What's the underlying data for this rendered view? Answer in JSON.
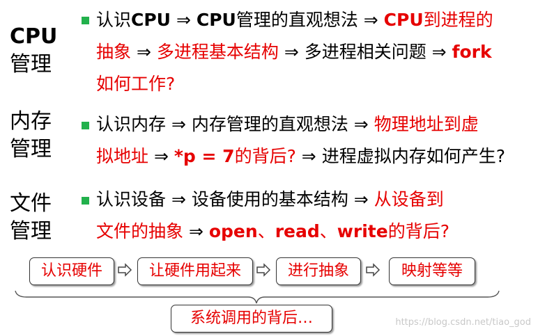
{
  "sections": [
    {
      "label": [
        "CPU",
        "管理"
      ],
      "lines": [
        [
          {
            "t": "认识"
          },
          {
            "t": "CPU",
            "b": true
          },
          {
            "t": " ⇒ "
          },
          {
            "t": "CPU",
            "b": true
          },
          {
            "t": "管理的直观想法 ⇒ "
          },
          {
            "t": "CPU",
            "b": true,
            "red": true
          },
          {
            "t": "到进程的",
            "red": true
          }
        ],
        [
          {
            "t": "抽象",
            "red": true
          },
          {
            "t": " ⇒ "
          },
          {
            "t": "多进程基本结构",
            "red": true
          },
          {
            "t": " ⇒ 多进程相关问题 ⇒ "
          },
          {
            "t": "fork",
            "b": true,
            "red": true
          }
        ],
        [
          {
            "t": "如何工作?",
            "red": true
          }
        ]
      ]
    },
    {
      "label": [
        "内存",
        "管理"
      ],
      "lines": [
        [
          {
            "t": "认识内存 ⇒ 内存管理的直观想法 ⇒ "
          },
          {
            "t": "物理地址到虚",
            "red": true
          }
        ],
        [
          {
            "t": "拟地址",
            "red": true
          },
          {
            "t": " ⇒ "
          },
          {
            "t": "*p = 7",
            "b": true,
            "red": true
          },
          {
            "t": "的背后?",
            "red": true
          },
          {
            "t": " ⇒ 进程虚拟内存如何产生?"
          }
        ]
      ]
    },
    {
      "label": [
        "文件",
        "管理"
      ],
      "lines": [
        [
          {
            "t": "认识设备 ⇒ 设备使用的基本结构 ⇒ "
          },
          {
            "t": "从设备到",
            "red": true
          }
        ],
        [
          {
            "t": "文件的抽象",
            "red": true
          },
          {
            "t": " ⇒ "
          },
          {
            "t": "open",
            "b": true,
            "red": true
          },
          {
            "t": "、",
            "red": true
          },
          {
            "t": "read",
            "b": true,
            "red": true
          },
          {
            "t": "、",
            "red": true
          },
          {
            "t": "write",
            "b": true,
            "red": true
          },
          {
            "t": "的背后?",
            "red": true
          }
        ]
      ]
    }
  ],
  "flow": {
    "steps": [
      "认识硬件",
      "让硬件用起来",
      "进行抽象",
      "映射等等"
    ],
    "summary": "系统调用的背后…"
  },
  "watermark": "https://blog.csdn.net/tiao_god",
  "colors": {
    "emphasis": "#e60000",
    "bullet": "#22b14c"
  }
}
